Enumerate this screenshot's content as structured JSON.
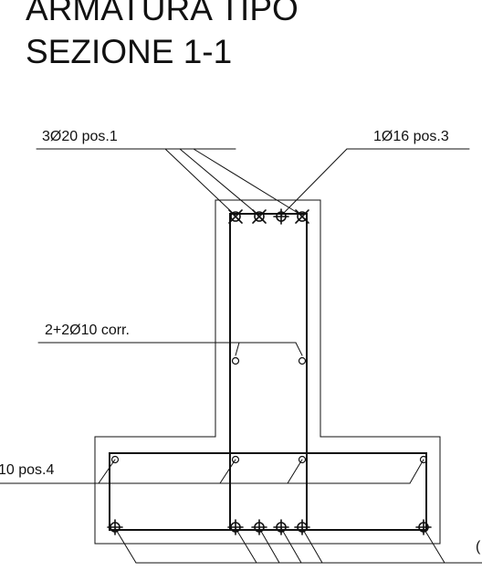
{
  "title": {
    "line1": "ARMATURA TIPO",
    "line2": "SEZIONE 1-1"
  },
  "labels": {
    "top_left": "3Ø20 pos.1",
    "top_right": "1Ø16 pos.3",
    "stirrups": "2+2Ø10 corr.",
    "bottom_left": "10 pos.4",
    "bottom_right": "("
  },
  "colors": {
    "line": "#111111",
    "background": "#ffffff"
  }
}
